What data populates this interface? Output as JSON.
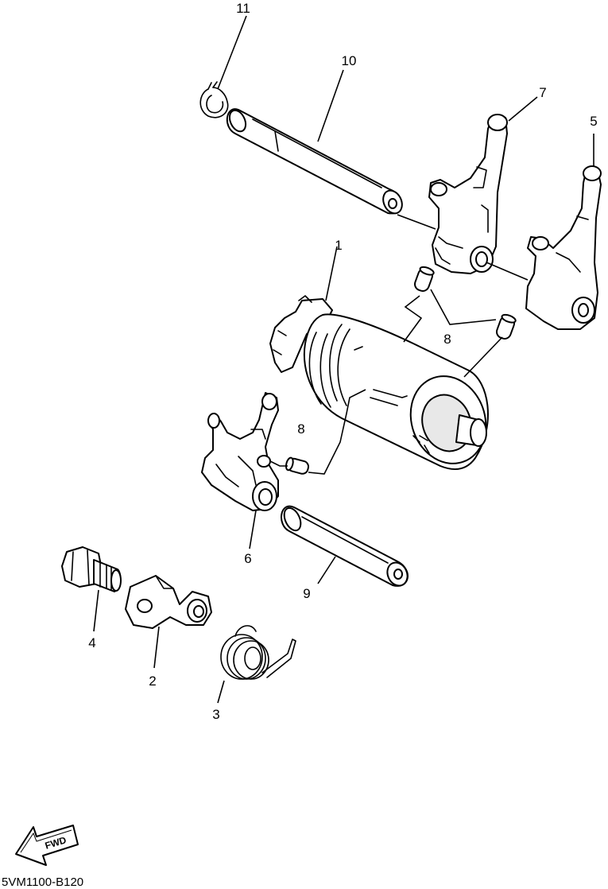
{
  "callouts": {
    "c1": "1",
    "c2": "2",
    "c3": "3",
    "c4": "4",
    "c5": "5",
    "c6": "6",
    "c7": "7",
    "c8a": "8",
    "c8b": "8",
    "c9": "9",
    "c10": "10",
    "c11": "11"
  },
  "direction_badge": "FWD",
  "diagram_code": "5VM1100-B120"
}
